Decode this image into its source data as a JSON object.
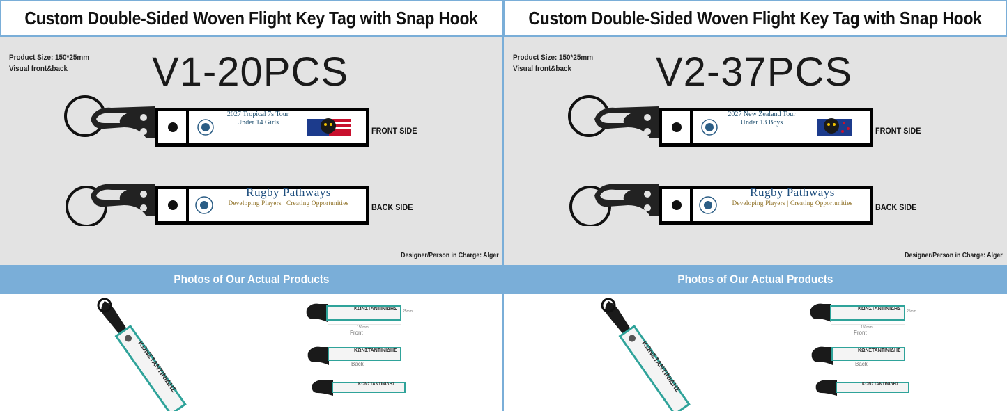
{
  "panels": [
    {
      "title": "Custom Double-Sided Woven Flight Key Tag with Snap Hook",
      "product_size": "Product Size: 150*25mm",
      "visual": "Visual front&back",
      "version": "V1-20PCS",
      "front_label": "FRONT SIDE",
      "back_label": "BACK SIDE",
      "front_line1": "2027 Tropical 7s Tour",
      "front_line2": "Under 14 Girls",
      "back_line1": "Rugby Pathways",
      "back_line2": "Developing Players | Creating Opportunities",
      "designer": "Designer/Person in Charge: Alger",
      "photos_heading": "Photos of Our Actual Products",
      "photo_front": "Front",
      "photo_back": "Back",
      "photo_brand": "ΚΩΝΣΤΑΝΤΙΝΙΔΗΣ",
      "photo_dim_w": "150mm",
      "photo_dim_h": "25mm"
    },
    {
      "title": "Custom Double-Sided Woven Flight Key Tag with Snap Hook",
      "product_size": "Product Size: 150*25mm",
      "visual": "Visual front&back",
      "version": "V2-37PCS",
      "front_label": "FRONT SIDE",
      "back_label": "BACK SIDE",
      "front_line1": "2027 New Zealand Tour",
      "front_line2": "Under 13 Boys",
      "back_line1": "Rugby Pathways",
      "back_line2": "Developing Players | Creating Opportunities",
      "designer": "Designer/Person in Charge: Alger",
      "photos_heading": "Photos of Our Actual Products",
      "photo_front": "Front",
      "photo_back": "Back",
      "photo_brand": "ΚΩΝΣΤΑΝΤΙΝΙΔΗΣ",
      "photo_dim_w": "150mm",
      "photo_dim_h": "25mm"
    }
  ],
  "colors": {
    "accent_blue": "#7aaed8",
    "design_bg": "#e3e3e3",
    "teal_border": "#2fa39a"
  },
  "icons": {
    "snap_hook": "snap-hook-icon",
    "key_ring": "key-ring-icon",
    "crest": "rugby-crest-icon",
    "mascot": "flag-mascot-icon"
  }
}
